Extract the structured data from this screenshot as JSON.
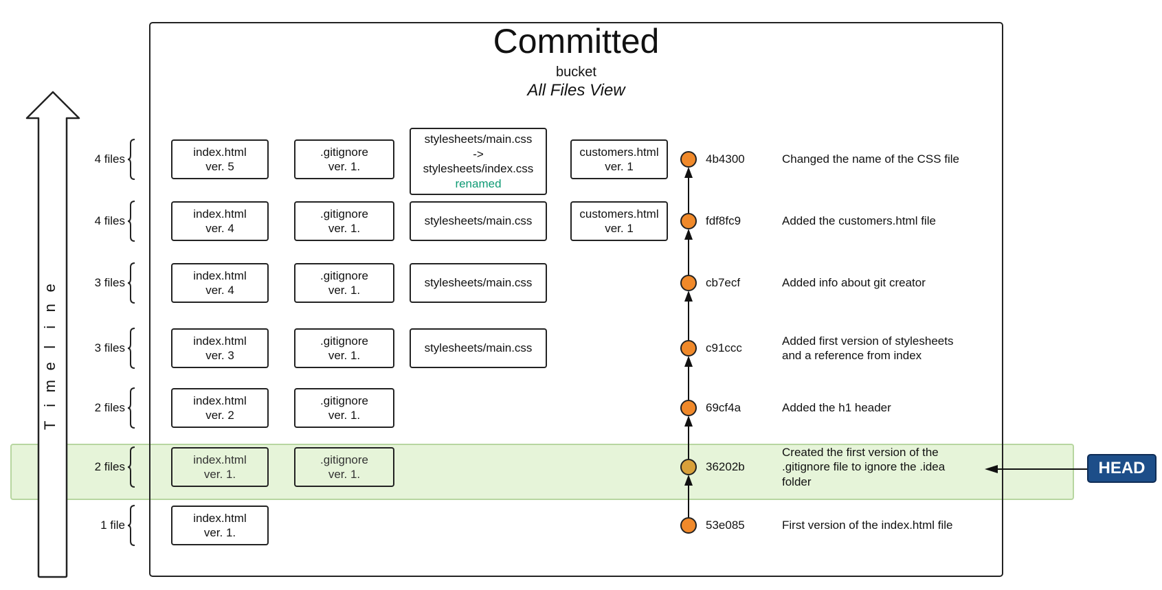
{
  "header": {
    "title": "Committed",
    "subtitle": "bucket",
    "view_name": "All Files View"
  },
  "timeline": {
    "label": [
      "T",
      "i",
      "m",
      "e",
      "l",
      "i",
      "n",
      "e"
    ]
  },
  "head_label": "HEAD",
  "rows": [
    {
      "count": "4 files",
      "hash": "4b4300",
      "message": [
        "Changed the name of the CSS file"
      ],
      "files": [
        {
          "lines": [
            "index.html",
            "ver. 5"
          ]
        },
        {
          "lines": [
            ".gitignore",
            "ver. 1."
          ]
        },
        {
          "lines": [
            "stylesheets/main.css",
            "->",
            "stylesheets/index.css"
          ],
          "note": "renamed"
        },
        {
          "lines": [
            "customers.html",
            "ver. 1"
          ]
        }
      ]
    },
    {
      "count": "4 files",
      "hash": "fdf8fc9",
      "message": [
        "Added the customers.html file"
      ],
      "files": [
        {
          "lines": [
            "index.html",
            "ver. 4"
          ]
        },
        {
          "lines": [
            ".gitignore",
            "ver. 1."
          ]
        },
        {
          "lines": [
            "stylesheets/main.css"
          ]
        },
        {
          "lines": [
            "customers.html",
            "ver. 1"
          ]
        }
      ]
    },
    {
      "count": "3 files",
      "hash": "cb7ecf",
      "message": [
        "Added info about git creator"
      ],
      "files": [
        {
          "lines": [
            "index.html",
            "ver. 4"
          ]
        },
        {
          "lines": [
            ".gitignore",
            "ver. 1."
          ]
        },
        {
          "lines": [
            "stylesheets/main.css"
          ]
        }
      ]
    },
    {
      "count": "3 files",
      "hash": "c91ccc",
      "message": [
        "Added first version of stylesheets",
        "and a reference from index"
      ],
      "files": [
        {
          "lines": [
            "index.html",
            "ver. 3"
          ]
        },
        {
          "lines": [
            ".gitignore",
            "ver. 1."
          ]
        },
        {
          "lines": [
            "stylesheets/main.css"
          ]
        }
      ]
    },
    {
      "count": "2 files",
      "hash": "69cf4a",
      "message": [
        "Added the h1 header"
      ],
      "files": [
        {
          "lines": [
            "index.html",
            "ver. 2"
          ]
        },
        {
          "lines": [
            ".gitignore",
            "ver. 1."
          ]
        }
      ]
    },
    {
      "count": "2 files",
      "hash": "36202b",
      "message": [
        "Created the first version of the",
        ".gitignore file to ignore the .idea",
        "folder"
      ],
      "head": true,
      "files": [
        {
          "lines": [
            "index.html",
            "ver. 1."
          ]
        },
        {
          "lines": [
            ".gitignore",
            "ver. 1."
          ]
        }
      ]
    },
    {
      "count": "1 file",
      "hash": "53e085",
      "message": [
        "First version of the index.html file"
      ],
      "files": [
        {
          "lines": [
            "index.html",
            "ver. 1."
          ]
        }
      ]
    }
  ],
  "colors": {
    "commit_dot": "#f0892a",
    "head_commit_dot": "#d9a03a",
    "head_badge": "#1d4e89",
    "highlight_band": "#c7e6aa",
    "renamed_text": "#0e9a74"
  }
}
